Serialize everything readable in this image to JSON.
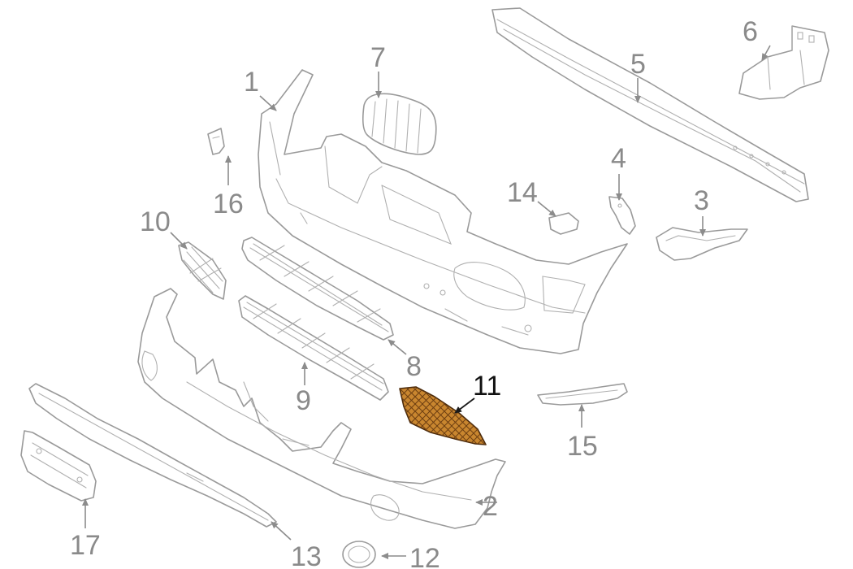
{
  "callouts": [
    {
      "id": "1",
      "label": "1"
    },
    {
      "id": "2",
      "label": "2"
    },
    {
      "id": "3",
      "label": "3"
    },
    {
      "id": "4",
      "label": "4"
    },
    {
      "id": "5",
      "label": "5"
    },
    {
      "id": "6",
      "label": "6"
    },
    {
      "id": "7",
      "label": "7"
    },
    {
      "id": "8",
      "label": "8"
    },
    {
      "id": "9",
      "label": "9"
    },
    {
      "id": "10",
      "label": "10"
    },
    {
      "id": "11",
      "label": "11"
    },
    {
      "id": "12",
      "label": "12"
    },
    {
      "id": "13",
      "label": "13"
    },
    {
      "id": "14",
      "label": "14"
    },
    {
      "id": "15",
      "label": "15"
    },
    {
      "id": "16",
      "label": "16"
    },
    {
      "id": "17",
      "label": "17"
    }
  ],
  "highlight": {
    "part": "11",
    "color": "#c9862f"
  },
  "colors": {
    "line": "#9a9a9a",
    "label": "#8a8a8a",
    "highlight_label": "#111111"
  }
}
